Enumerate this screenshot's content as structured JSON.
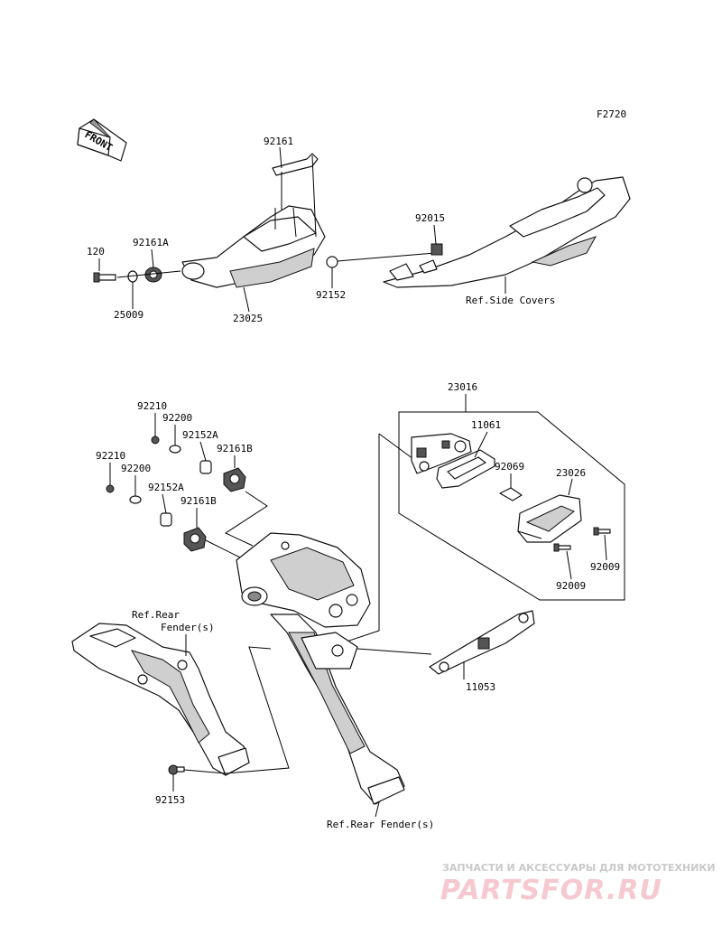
{
  "figure_code": "F2720",
  "front_label": "FRONT",
  "labels": {
    "p92161": "92161",
    "p120": "120",
    "p92161A": "92161A",
    "p25009": "25009",
    "p23025": "23025",
    "p92015": "92015",
    "p92152_top": "92152",
    "ref_side_covers": "Ref.Side Covers",
    "p23016": "23016",
    "p11061": "11061",
    "p92069": "92069",
    "p23026": "23026",
    "p92009_a": "92009",
    "p92009_b": "92009",
    "p92210_a": "92210",
    "p92200_a": "92200",
    "p92152A_a": "92152A",
    "p92161B_a": "92161B",
    "p92210_b": "92210",
    "p92200_b": "92200",
    "p92152A_b": "92152A",
    "p92161B_b": "92161B",
    "ref_rear_fender_1": "Ref.Rear",
    "ref_rear_fender_2": "Fender(s)",
    "p11053": "11053",
    "p92153": "92153",
    "ref_rear_fender_bottom": "Ref.Rear Fender(s)"
  },
  "watermark": {
    "top": "ЗАПЧАСТИ И АКСЕССУАРЫ ДЛЯ МОТОТЕХНИКИ",
    "logo": "PARTSFOR.RU"
  }
}
